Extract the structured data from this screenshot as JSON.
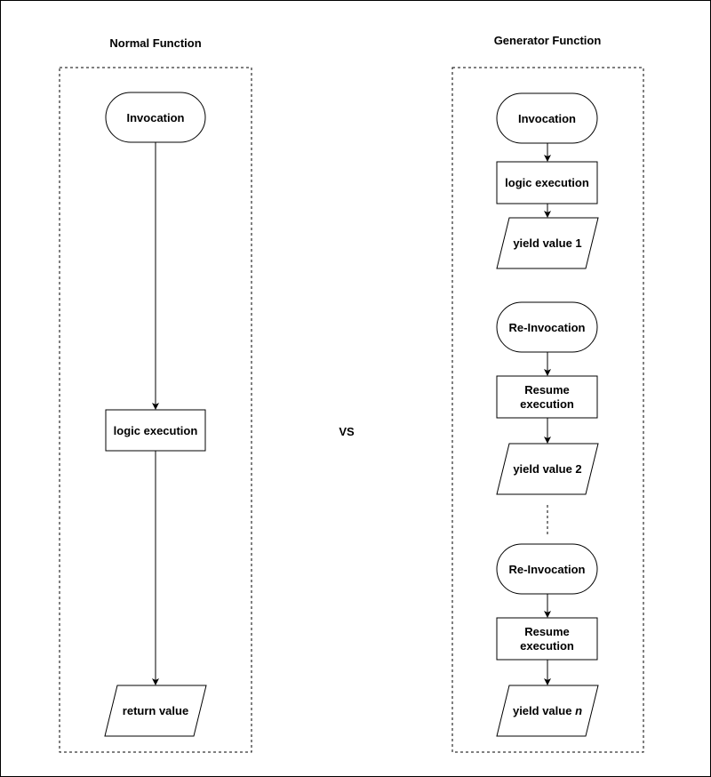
{
  "colors": {
    "stroke": "#000000",
    "fill": "#ffffff",
    "text": "#000000"
  },
  "normal": {
    "title": "Normal Function",
    "invocation": "Invocation",
    "logic": "logic execution",
    "return_value": "return value"
  },
  "vs": "VS",
  "generator": {
    "title": "Generator Function",
    "invocation": "Invocation",
    "logic": "logic execution",
    "yield1": "yield value 1",
    "reinvocation1": "Re-Invocation",
    "resume1_line1": "Resume",
    "resume1_line2": "execution",
    "yield2": "yield value 2",
    "reinvocation2": "Re-Invocation",
    "resume2_line1": "Resume",
    "resume2_line2": "execution",
    "yieldn_prefix": "yield value ",
    "yieldn_suffix": "n"
  }
}
